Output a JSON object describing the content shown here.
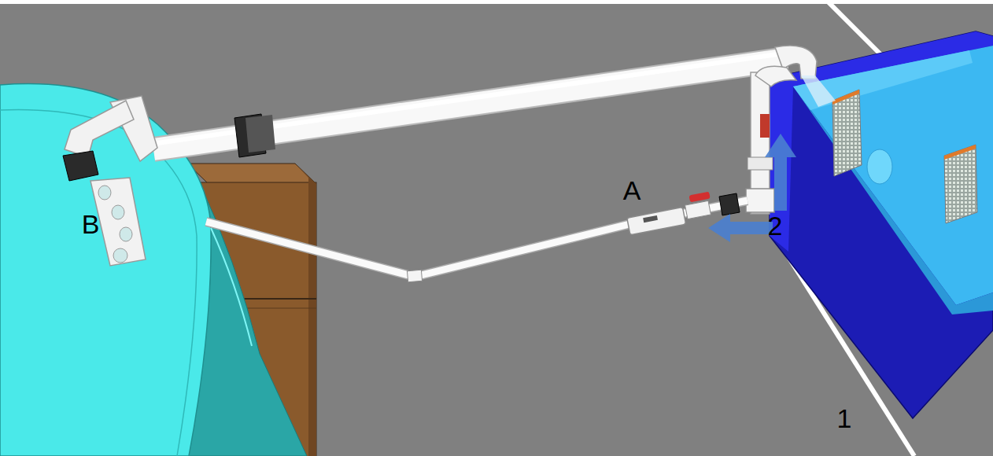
{
  "diagram": {
    "labels": [
      "A",
      "B",
      "2",
      "1"
    ]
  }
}
